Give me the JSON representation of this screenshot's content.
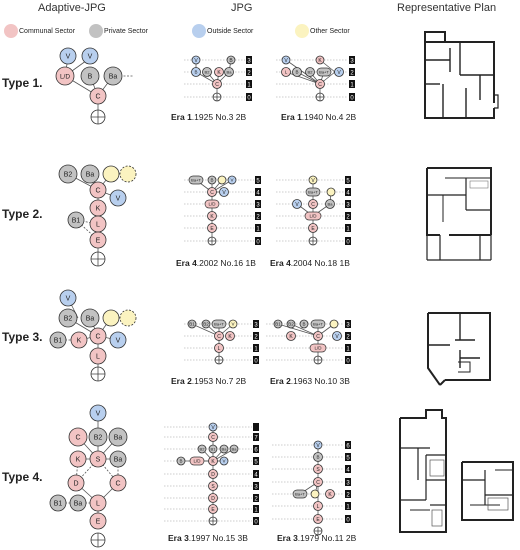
{
  "headers": {
    "adaptive": "Adaptive-JPG",
    "jpg": "JPG",
    "plan": "Representative Plan"
  },
  "legend": [
    {
      "label": "Communal Sector",
      "color": "#f2c4c4"
    },
    {
      "label": "Private Sector",
      "color": "#c2c2c2"
    },
    {
      "label": "Outside Sector",
      "color": "#b8cfee"
    },
    {
      "label": "Other Sector",
      "color": "#fbf3c0"
    }
  ],
  "rows": [
    {
      "label": "Type 1.",
      "captions": [
        {
          "era": "Era 1",
          "rest": ".1925 No.3 2B"
        },
        {
          "era": "Era 1",
          "rest": ".1940 No.4 2B"
        }
      ]
    },
    {
      "label": "Type 2.",
      "captions": [
        {
          "era": "Era 4",
          "rest": ".2002 No.16 1B"
        },
        {
          "era": "Era 4",
          "rest": ".2004 No.18 1B"
        }
      ]
    },
    {
      "label": "Type 3.",
      "captions": [
        {
          "era": "Era 2",
          "rest": ".1953 No.7 2B"
        },
        {
          "era": "Era 2",
          "rest": ".1963 No.10 3B"
        }
      ]
    },
    {
      "label": "Type 4.",
      "captions": [
        {
          "era": "Era 3",
          "rest": ".1997 No.15 3B"
        },
        {
          "era": "Era 3",
          "rest": ".1979 No.11 2B"
        }
      ]
    }
  ],
  "node_labels": {
    "v": "V",
    "b": "B",
    "ba": "Ba",
    "b1": "B1",
    "b2": "B2",
    "c": "C",
    "k": "K",
    "l": "L",
    "e": "E",
    "s": "S",
    "d": "D",
    "ld": "L/D",
    "bat": "Ba+T"
  },
  "depth_labels": [
    "0",
    "1",
    "2",
    "3",
    "4",
    "5",
    "6",
    "7"
  ]
}
